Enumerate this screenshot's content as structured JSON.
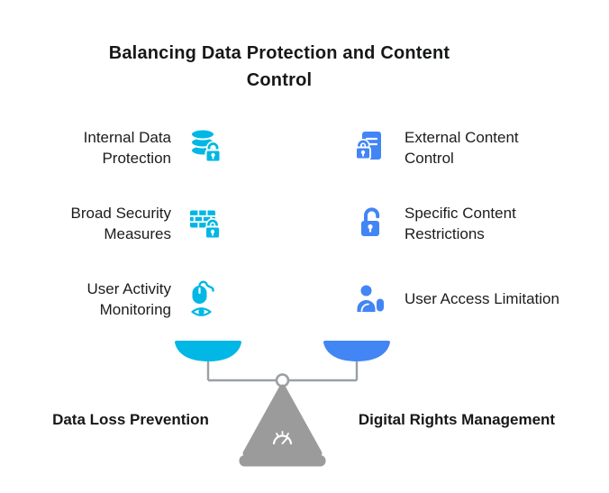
{
  "title": "Balancing Data Protection and Content Control",
  "left_column": {
    "accent_color": "#00b7e5",
    "items": [
      {
        "label": "Internal Data Protection",
        "icon": "database-lock-icon"
      },
      {
        "label": "Broad Security Measures",
        "icon": "brick-wall-lock-icon"
      },
      {
        "label": "User Activity Monitoring",
        "icon": "mouse-eye-icon"
      }
    ],
    "footer_label": "Data Loss Prevention"
  },
  "right_column": {
    "accent_color": "#4285f4",
    "items": [
      {
        "label": "External Content Control",
        "icon": "document-lock-icon"
      },
      {
        "label": "Specific Content Restrictions",
        "icon": "open-padlock-icon"
      },
      {
        "label": "User Access Limitation",
        "icon": "person-access-icon"
      }
    ],
    "footer_label": "Digital Rights Management"
  },
  "scale": {
    "stand_color": "#9b9b9b",
    "left_pan_color": "#00b7e5",
    "right_pan_color": "#4285f4"
  }
}
